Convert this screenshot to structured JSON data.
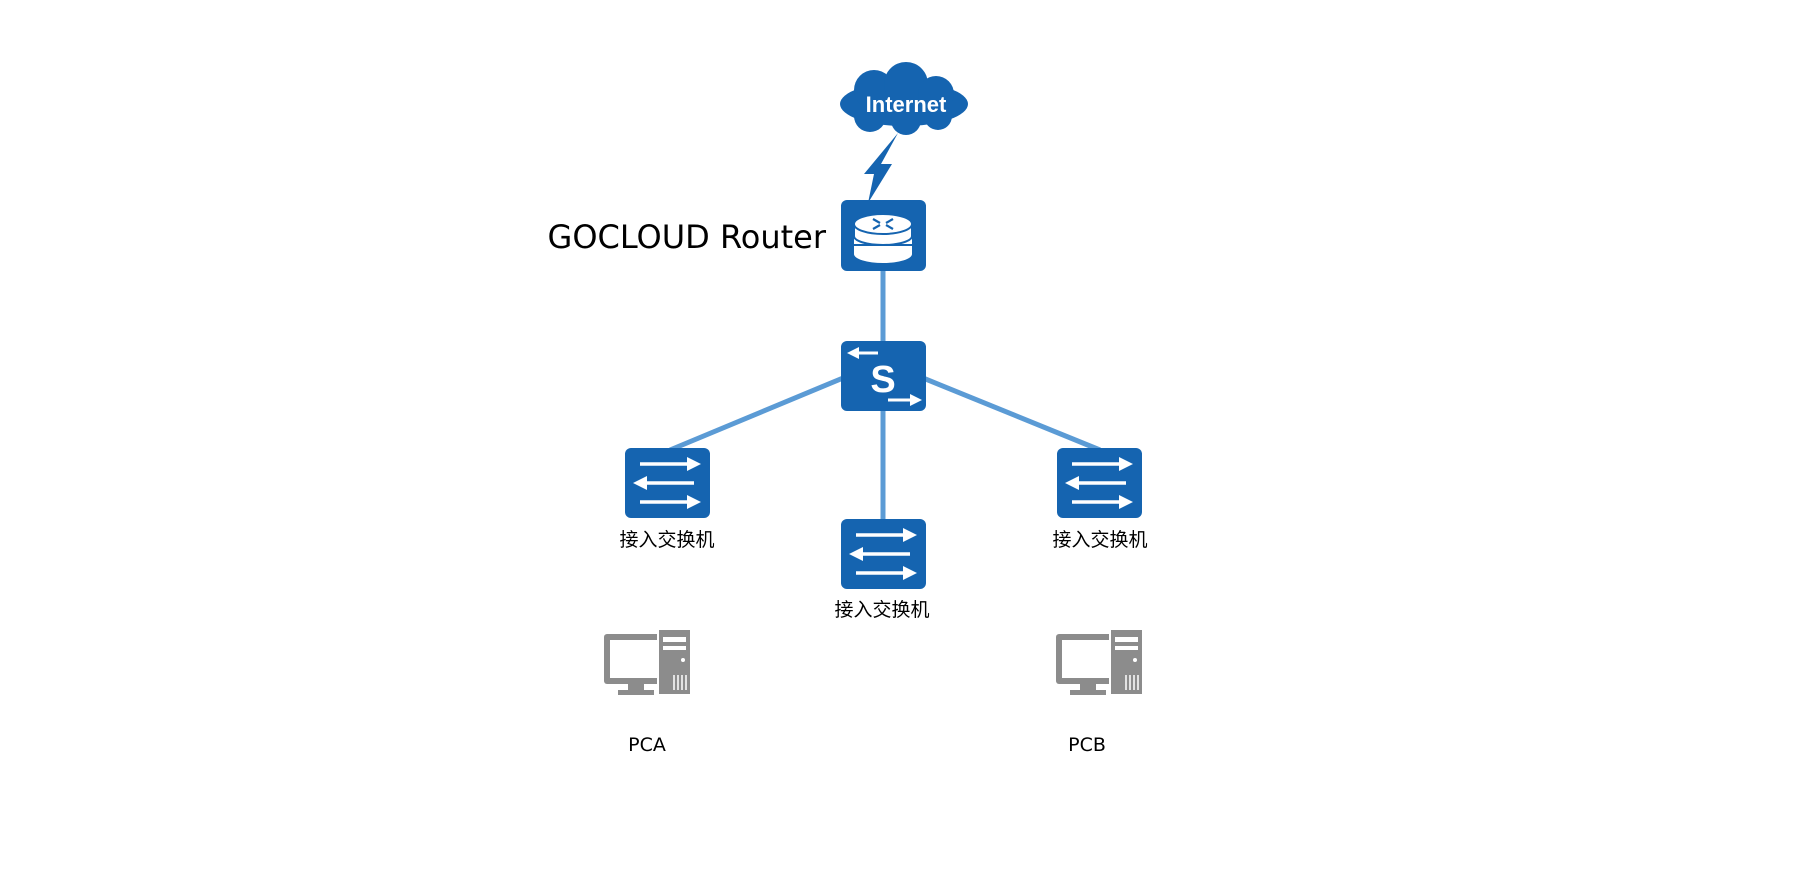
{
  "colors": {
    "device": "#1564b0",
    "link": "#5b9bd5",
    "pc": "#8c8c8c",
    "background": "#ffffff"
  },
  "nodes": {
    "internet": {
      "label": "Internet",
      "icon": "cloud-icon"
    },
    "router": {
      "label": "GOCLOUD Router",
      "icon": "router-icon"
    },
    "core_switch": {
      "label": "",
      "icon": "core-switch-icon"
    },
    "access_left": {
      "label": "接入交换机",
      "icon": "access-switch-icon"
    },
    "access_center": {
      "label": "接入交换机",
      "icon": "access-switch-icon"
    },
    "access_right": {
      "label": "接入交换机",
      "icon": "access-switch-icon"
    },
    "pc_a": {
      "label": "PCA",
      "icon": "desktop-pc-icon"
    },
    "pc_b": {
      "label": "PCB",
      "icon": "desktop-pc-icon"
    }
  },
  "links": [
    {
      "from": "internet",
      "to": "router",
      "kind": "wan-lightning"
    },
    {
      "from": "router",
      "to": "core_switch",
      "kind": "ethernet"
    },
    {
      "from": "core_switch",
      "to": "access_left",
      "kind": "ethernet"
    },
    {
      "from": "core_switch",
      "to": "access_center",
      "kind": "ethernet"
    },
    {
      "from": "core_switch",
      "to": "access_right",
      "kind": "ethernet"
    }
  ]
}
